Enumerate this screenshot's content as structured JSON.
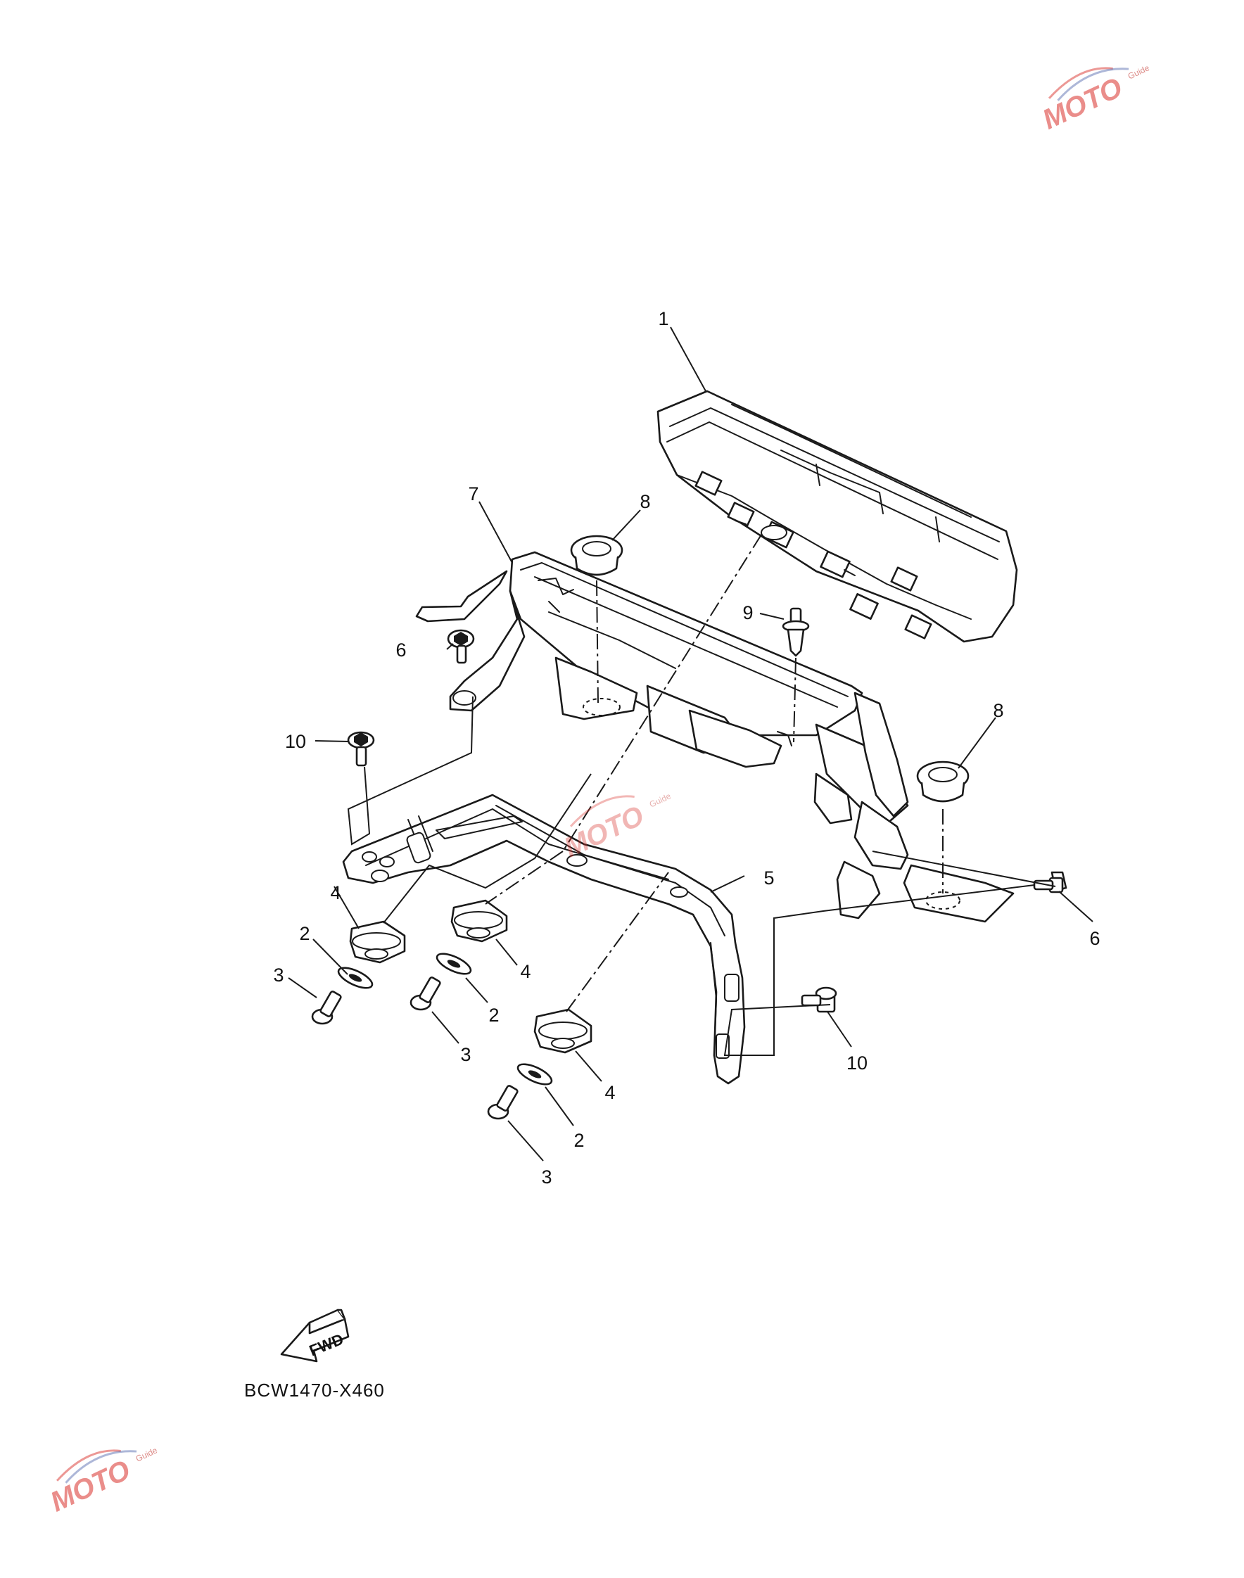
{
  "callouts": {
    "c1": "1",
    "c7": "7",
    "c8a": "8",
    "c8b": "8",
    "c9": "9",
    "c6a": "6",
    "c6b": "6",
    "c10a": "10",
    "c10b": "10",
    "c5": "5",
    "c4a": "4",
    "c4b": "4",
    "c4c": "4",
    "c2a": "2",
    "c2b": "2",
    "c2c": "2",
    "c3a": "3",
    "c3b": "3",
    "c3c": "3"
  },
  "fwd_label": "FWD",
  "diagram_code": "BCW1470-X460",
  "watermark": {
    "logo_text": "MOTO",
    "logo_subtext": "Guide",
    "color": "#d9312b"
  },
  "colors": {
    "line": "#1a1a1a",
    "background": "#ffffff"
  }
}
